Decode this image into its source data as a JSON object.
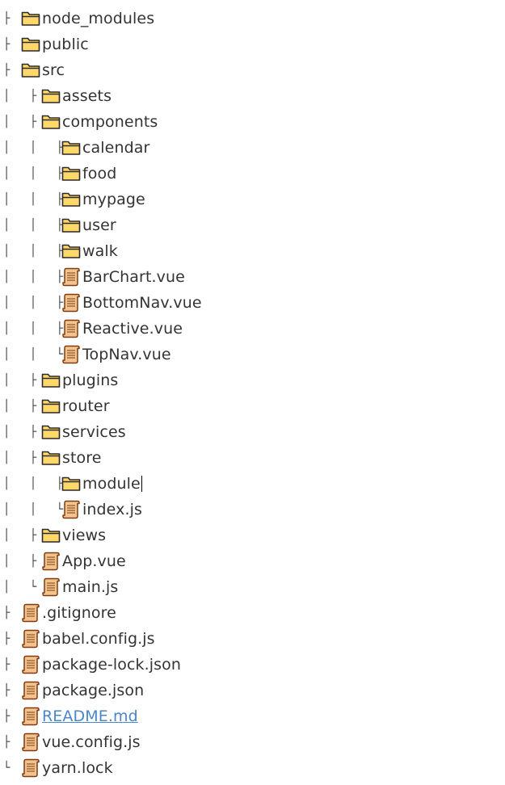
{
  "colors": {
    "text": "#333333",
    "link": "#4a86c8",
    "folder_fill": "#ffd76a",
    "folder_stroke": "#2a2a2a",
    "file_fill": "#f4c28b",
    "file_stroke": "#7a3d16"
  },
  "tree": [
    {
      "prefix": "├",
      "icon": "folder-icon",
      "name": "node_modules"
    },
    {
      "prefix": "├",
      "icon": "folder-icon",
      "name": "public"
    },
    {
      "prefix": "├",
      "icon": "folder-icon",
      "name": "src"
    },
    {
      "prefix": "│ ├",
      "icon": "folder-icon",
      "name": "assets"
    },
    {
      "prefix": "│ ├",
      "icon": "folder-icon",
      "name": "components"
    },
    {
      "prefix": "│ │ ├",
      "icon": "folder-icon",
      "name": "calendar"
    },
    {
      "prefix": "│ │ ├",
      "icon": "folder-icon",
      "name": "food"
    },
    {
      "prefix": "│ │ ├",
      "icon": "folder-icon",
      "name": "mypage"
    },
    {
      "prefix": "│ │ ├",
      "icon": "folder-icon",
      "name": "user"
    },
    {
      "prefix": "│ │ ├",
      "icon": "folder-icon",
      "name": "walk"
    },
    {
      "prefix": "│ │ ├",
      "icon": "file-icon",
      "name": "BarChart.vue"
    },
    {
      "prefix": "│ │ ├",
      "icon": "file-icon",
      "name": "BottomNav.vue"
    },
    {
      "prefix": "│ │ ├",
      "icon": "file-icon",
      "name": "Reactive.vue"
    },
    {
      "prefix": "│ │ └",
      "icon": "file-icon",
      "name": "TopNav.vue"
    },
    {
      "prefix": "│ ├",
      "icon": "folder-icon",
      "name": "plugins"
    },
    {
      "prefix": "│ ├",
      "icon": "folder-icon",
      "name": "router"
    },
    {
      "prefix": "│ ├",
      "icon": "folder-icon",
      "name": "services"
    },
    {
      "prefix": "│ ├",
      "icon": "folder-icon",
      "name": "store"
    },
    {
      "prefix": "│ │ ├",
      "icon": "folder-icon",
      "name": "module"
    },
    {
      "prefix": "│ │ └",
      "icon": "file-icon",
      "name": "index.js"
    },
    {
      "prefix": "│ ├",
      "icon": "folder-icon",
      "name": "views"
    },
    {
      "prefix": "│ ├",
      "icon": "file-icon",
      "name": "App.vue"
    },
    {
      "prefix": "│ └",
      "icon": "file-icon",
      "name": "main.js"
    },
    {
      "prefix": "├",
      "icon": "file-icon",
      "name": ".gitignore"
    },
    {
      "prefix": "├",
      "icon": "file-icon",
      "name": "babel.config.js"
    },
    {
      "prefix": "├",
      "icon": "file-icon",
      "name": "package-lock.json"
    },
    {
      "prefix": "├",
      "icon": "file-icon",
      "name": "package.json"
    },
    {
      "prefix": "├",
      "icon": "file-icon",
      "name": "README.md"
    },
    {
      "prefix": "├",
      "icon": "file-icon",
      "name": "vue.config.js"
    },
    {
      "prefix": "└",
      "icon": "file-icon",
      "name": "yarn.lock"
    }
  ]
}
